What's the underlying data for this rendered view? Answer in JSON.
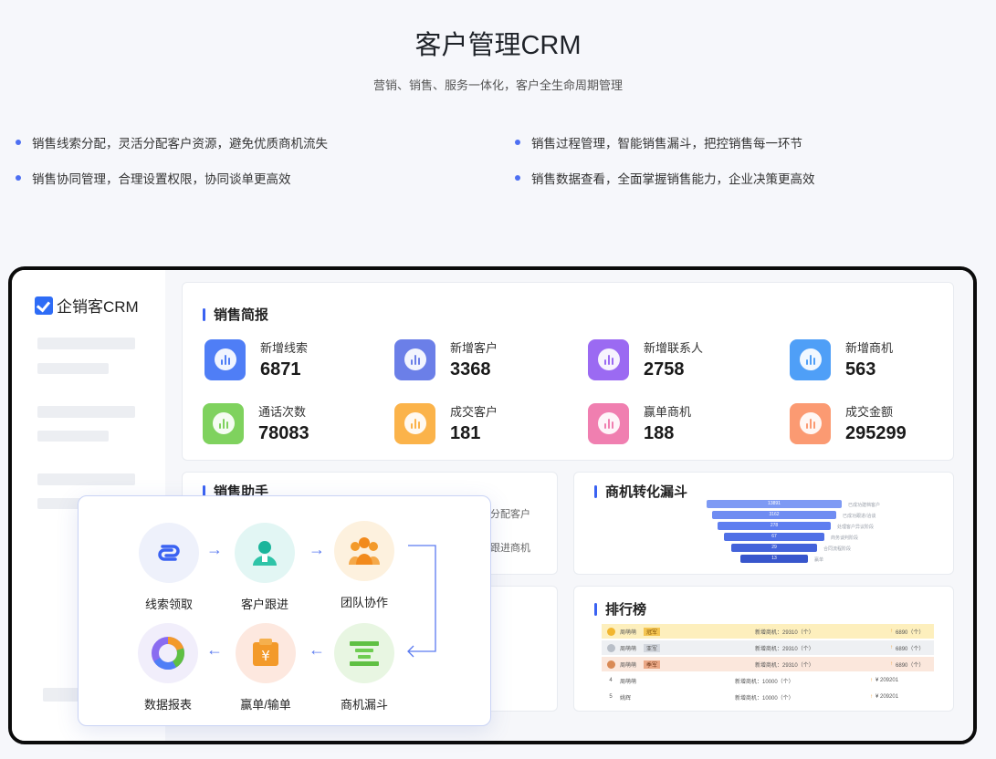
{
  "hero": {
    "title": "客户管理CRM",
    "subtitle": "营销、销售、服务一体化，客户全生命周期管理"
  },
  "features": [
    "销售线索分配，灵活分配客户资源，避免优质商机流失",
    "销售过程管理，智能销售漏斗，把控销售每一环节",
    "销售协同管理，合理设置权限，协同谈单更高效",
    "销售数据查看，全面掌握销售能力，企业决策更高效"
  ],
  "app": {
    "logo": "企销客CRM",
    "brief": {
      "title": "销售简报",
      "stats": [
        {
          "label": "新增线索",
          "value": "6871",
          "color": "#4f7ef6"
        },
        {
          "label": "新增客户",
          "value": "3368",
          "color": "#6b7fe8"
        },
        {
          "label": "新增联系人",
          "value": "2758",
          "color": "#9b6af2"
        },
        {
          "label": "新增商机",
          "value": "563",
          "color": "#4f9ff7"
        },
        {
          "label": "通话次数",
          "value": "78083",
          "color": "#7fd25e"
        },
        {
          "label": "成交客户",
          "value": "181",
          "color": "#fbb34a"
        },
        {
          "label": "赢单商机",
          "value": "188",
          "color": "#f07fb0"
        },
        {
          "label": "成交金额",
          "value": "295299",
          "color": "#fb9a72"
        }
      ]
    },
    "assistant": {
      "title": "销售助手",
      "hint_1": "分配客户",
      "hint_2": "跟进商机"
    },
    "funnel": {
      "title": "商机转化漏斗",
      "stages": [
        {
          "value": "13891",
          "note": "已成功建档客户"
        },
        {
          "value": "3162",
          "note": "已成功跟进/洽谈"
        },
        {
          "value": "278",
          "note": "处理客户异议阶段"
        },
        {
          "value": "67",
          "note": "商务谈判阶段"
        },
        {
          "value": "29",
          "note": "合同流程阶段"
        },
        {
          "value": "13",
          "note": "赢单"
        }
      ]
    },
    "ranking": {
      "title": "排行榜",
      "rows": [
        {
          "rank": "1",
          "name": "周萌萌",
          "tag": "冠军",
          "metric": "新增商机：29310（个）",
          "amount": "6890（个）"
        },
        {
          "rank": "2",
          "name": "周萌萌",
          "tag": "亚军",
          "metric": "新增商机：29310（个）",
          "amount": "6890（个）"
        },
        {
          "rank": "3",
          "name": "周萌萌",
          "tag": "季军",
          "metric": "新增商机：29310（个）",
          "amount": "6890（个）"
        },
        {
          "rank": "4",
          "name": "周萌萌",
          "tag": "",
          "metric": "新增商机：10000（个）",
          "amount": "¥ 209201"
        },
        {
          "rank": "5",
          "name": "姚辉",
          "tag": "",
          "metric": "新增商机：10000（个）",
          "amount": "¥ 209201"
        }
      ]
    }
  },
  "flow": {
    "steps": [
      {
        "label": "线索领取",
        "icon": "link-icon",
        "bg": "#eef1fb"
      },
      {
        "label": "客户跟进",
        "icon": "user-icon",
        "bg": "#e2f6f4"
      },
      {
        "label": "团队协作",
        "icon": "team-icon",
        "bg": "#fdf1de"
      },
      {
        "label": "商机漏斗",
        "icon": "funnel-icon",
        "bg": "#e8f6e2"
      },
      {
        "label": "赢单/输单",
        "icon": "money-bag-icon",
        "bg": "#fde8df"
      },
      {
        "label": "数据报表",
        "icon": "donut-chart-icon",
        "bg": "#f1eefb"
      }
    ]
  }
}
